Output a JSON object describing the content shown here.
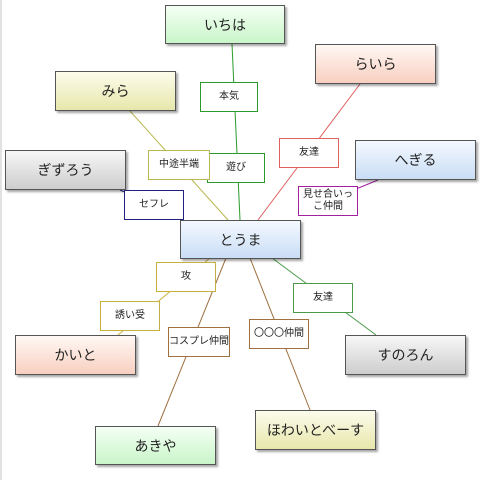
{
  "nodes": {
    "ichiha": {
      "label": "いちは",
      "color": "#c9f5c9"
    },
    "raira": {
      "label": "らいら",
      "color": "#f8cfc0"
    },
    "mira": {
      "label": "みら",
      "color": "#e7e7ac"
    },
    "hegiru": {
      "label": "へぎる",
      "color": "#c9ddf5"
    },
    "gizurou": {
      "label": "ぎずろう",
      "color": "#cdcdcd"
    },
    "touma": {
      "label": "とうま",
      "color": "#c9ddf5"
    },
    "kaito": {
      "label": "かいと",
      "color": "#f8cfc0"
    },
    "sunoron": {
      "label": "すのろん",
      "color": "#cdcdcd"
    },
    "akiya": {
      "label": "あきや",
      "color": "#c9f5c9"
    },
    "howaitobesu": {
      "label": "ほわいとべーす",
      "color": "#e7e7ac"
    }
  },
  "relations": {
    "honki": {
      "label": "本気",
      "color": "#2a9a2a"
    },
    "asobi": {
      "label": "遊び",
      "color": "#2a9a2a"
    },
    "chuto": {
      "label": "中途半端",
      "color": "#b8b850"
    },
    "tomodachi1": {
      "label": "友達",
      "color": "#e06060"
    },
    "misease": {
      "label": "見せ合いっこ仲間",
      "color": "#a020a0"
    },
    "sefure": {
      "label": "セフレ",
      "color": "#202080"
    },
    "kou": {
      "label": "攻",
      "color": "#c8b040"
    },
    "sasoiuke": {
      "label": "誘い受",
      "color": "#c8b040"
    },
    "tomodachi2": {
      "label": "友達",
      "color": "#4a9a4a"
    },
    "cosplay": {
      "label": "コスプレ仲間",
      "color": "#a07040"
    },
    "marumaru": {
      "label": "〇〇〇仲間",
      "color": "#a07040"
    }
  }
}
